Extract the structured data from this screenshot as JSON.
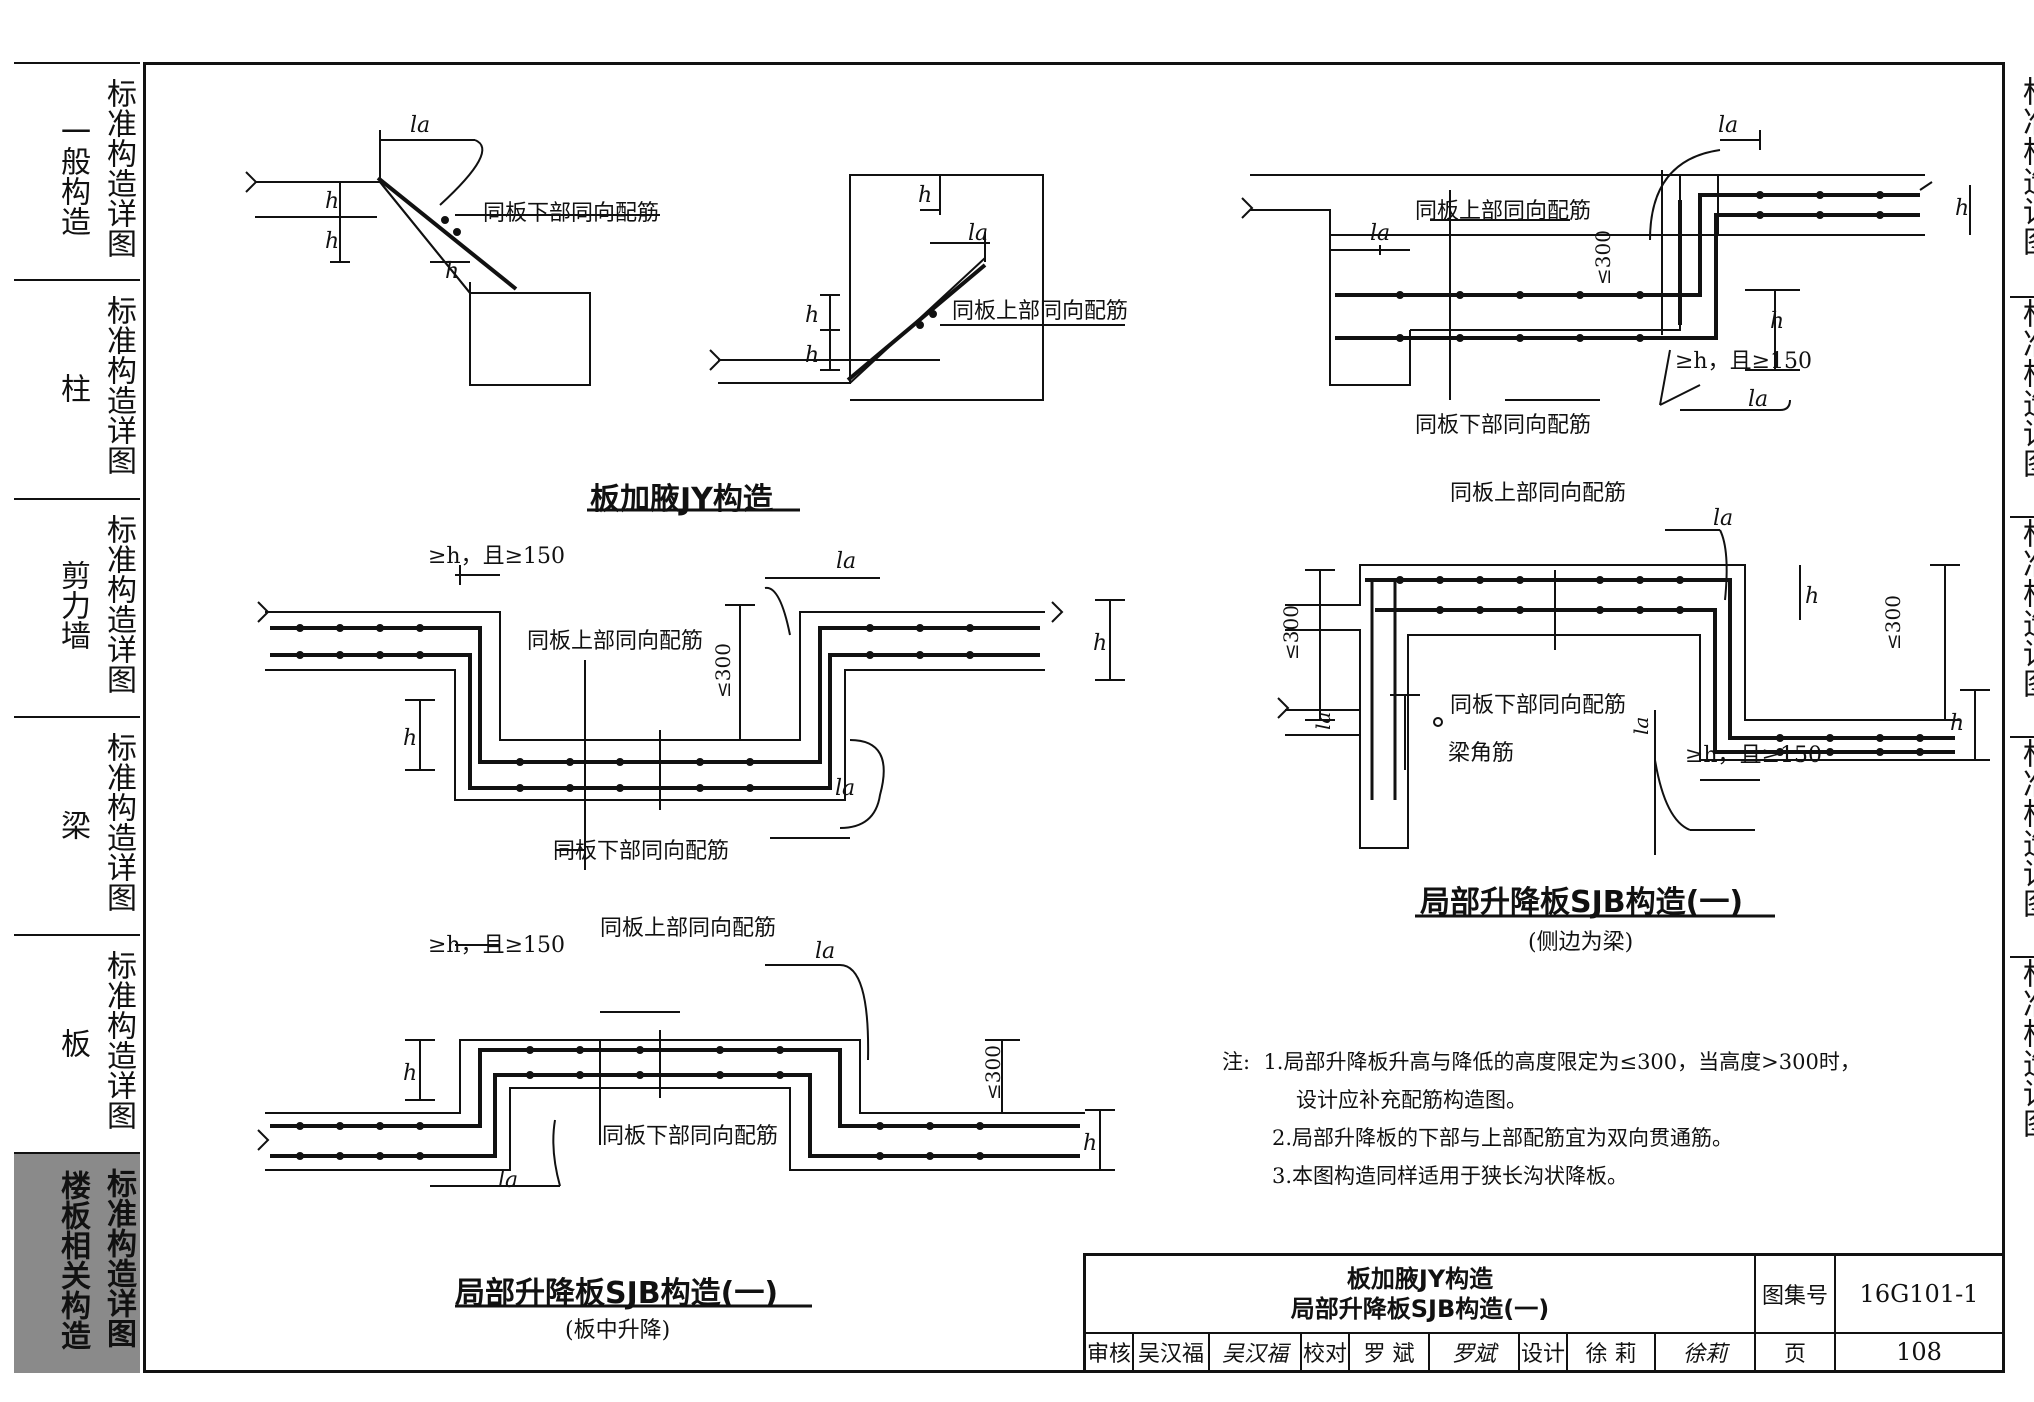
{
  "left_tabs": [
    {
      "title": "一般构造",
      "subtitle": "标准构造详图",
      "active": false
    },
    {
      "title": "柱",
      "subtitle": "标准构造详图",
      "active": false
    },
    {
      "title": "剪力墙",
      "subtitle": "标准构造详图",
      "active": false
    },
    {
      "title": "梁",
      "subtitle": "标准构造详图",
      "active": false
    },
    {
      "title": "板",
      "subtitle": "标准构造详图",
      "active": false
    },
    {
      "title": "楼板相关构造",
      "subtitle": "标准构造详图",
      "active": true
    }
  ],
  "right_tabs": [
    "标准构造详图",
    "标准构造详图",
    "标准构造详图",
    "标准构造详图",
    "标准构造详图"
  ],
  "labels": {
    "la": "la",
    "h": "h",
    "same_lower": "同板下部同向配筋",
    "same_upper": "同板上部同向配筋",
    "le300": "≤300",
    "ge_h_150": "≥h，且≥150",
    "beam_corner": "梁角筋"
  },
  "captions": {
    "jy": "板加腋JY构造",
    "sjb_mid": "局部升降板SJB构造(一)",
    "sjb_mid_sub": "(板中升降)",
    "sjb_beam": "局部升降板SJB构造(一)",
    "sjb_beam_sub": "(侧边为梁)"
  },
  "notes": {
    "head": "注:",
    "n1": "1.局部升降板升高与降低的高度限定为≤300，当高度>300时，",
    "n1b": "设计应补充配筋构造图。",
    "n2": "2.局部升降板的下部与上部配筋宜为双向贯通筋。",
    "n3": "3.本图构造同样适用于狭长沟状降板。"
  },
  "title_block": {
    "title1": "板加腋JY构造",
    "title2": "局部升降板SJB构造(一)",
    "atlas_label": "图集号",
    "atlas_no": "16G101-1",
    "review": "审核",
    "reviewer": "吴汉福",
    "reviewer_sig": "吴汉福",
    "check": "校对",
    "checker": "罗  斌",
    "checker_sig": "罗斌",
    "design": "设计",
    "designer": "徐  莉",
    "designer_sig": "徐莉",
    "page_label": "页",
    "page_no": "108"
  }
}
